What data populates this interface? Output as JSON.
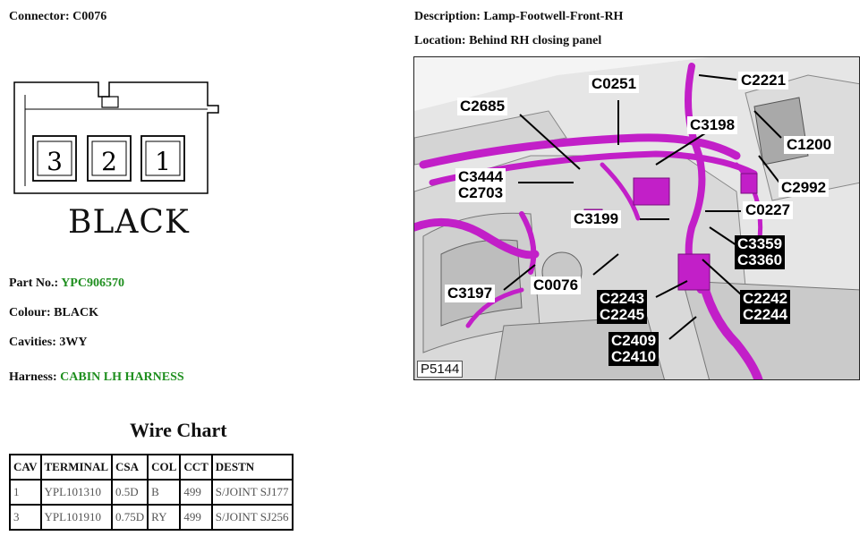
{
  "connector": {
    "label": "Connector:",
    "value": "C0076"
  },
  "description": {
    "label": "Description:",
    "value": "Lamp-Footwell-Front-RH"
  },
  "location": {
    "label": "Location:",
    "value": "Behind RH closing panel"
  },
  "drawing": {
    "pins": [
      "3",
      "2",
      "1"
    ],
    "colour_text": "BLACK"
  },
  "part_no": {
    "label": "Part No.:",
    "value": "YPC906570"
  },
  "colour": {
    "label": "Colour:",
    "value": "BLACK"
  },
  "cavities": {
    "label": "Cavities:",
    "value": "3WY"
  },
  "harness": {
    "label": "Harness:",
    "value": "CABIN LH HARNESS"
  },
  "wire_chart": {
    "title": "Wire Chart",
    "headers": [
      "CAV",
      "TERMINAL",
      "CSA",
      "COL",
      "CCT",
      "DESTN"
    ],
    "rows": [
      [
        "1",
        "YPL101310",
        "0.5D",
        "B",
        "499",
        "S/JOINT SJ177"
      ],
      [
        "3",
        "YPL101910",
        "0.75D",
        "RY",
        "499",
        "S/JOINT SJ256"
      ]
    ]
  },
  "photo": {
    "id": "P5144",
    "callouts": {
      "c2221": "C2221",
      "c0251": "C0251",
      "c2685": "C2685",
      "c3198": "C3198",
      "c1200": "C1200",
      "c3444_c2703": "C3444\nC2703",
      "c2992": "C2992",
      "c3199": "C3199",
      "c0227": "C0227",
      "c3359_c3360": "C3359\nC3360",
      "c3197": "C3197",
      "c0076": "C0076",
      "c2243_c2245": "C2243\nC2245",
      "c2242_c2244": "C2242\nC2244",
      "c2409_c2410": "C2409\nC2410"
    }
  },
  "colors": {
    "harness_accent": "#c21fc8",
    "link_green": "#1f8f1f"
  }
}
